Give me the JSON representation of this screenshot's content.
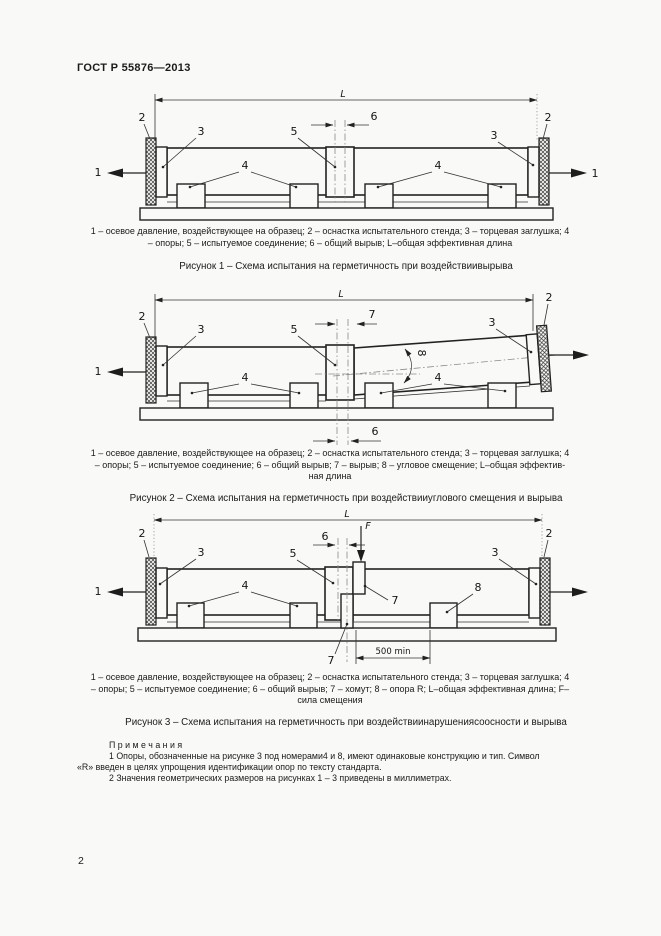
{
  "page": {
    "header": "ГОСТ Р 55876—2013",
    "number": "2"
  },
  "fig1": {
    "labels": {
      "L": "L",
      "n1_left": "1",
      "n1_right": "1",
      "n2_left": "2",
      "n2_right": "2",
      "n3_left": "3",
      "n3_right": "3",
      "n4_left": "4",
      "n4_right": "4",
      "n5": "5",
      "n6": "6"
    },
    "caption": [
      "1 – осевое давление, воздействующее на образец; 2 – оснастка испытательного стенда; 3 – торцевая заглушка; 4",
      "– опоры; 5 – испытуемое соединение; 6 – общий вырыв; L–общая эффективная длина"
    ],
    "title": "Рисунок 1 – Схема испытания на герметичность при воздействиивырыва"
  },
  "fig2": {
    "labels": {
      "L": "L",
      "n1_left": "1",
      "n2_left": "2",
      "n2_right": "2",
      "n3_left": "3",
      "n3_right": "3",
      "n4_left": "4",
      "n4_right": "4",
      "n5": "5",
      "n6": "6",
      "n7": "7",
      "n8": "8"
    },
    "caption": [
      "1 – осевое давление, воздействующее на образец; 2 – оснастка испытательного стенда; 3 – торцевая заглушка; 4",
      "– опоры; 5 – испытуемое соединение; 6 – общий вырыв; 7 – вырыв; 8 – угловое смещение; L–общая эффектив-",
      "ная длина"
    ],
    "title": "Рисунок 2 – Схема испытания на герметичность при воздействииуглового смещения и вырыва"
  },
  "fig3": {
    "labels": {
      "L": "L",
      "n1_left": "1",
      "n2_left": "2",
      "n2_right": "2",
      "n3_left": "3",
      "n3_right": "3",
      "n4": "4",
      "n5": "5",
      "n6": "6",
      "n7_top": "7",
      "n7_bottom": "7",
      "n8": "8",
      "F": "F",
      "dim500": "500 min"
    },
    "caption": [
      "1 – осевое давление, воздействующее на образец; 2 – оснастка испытательного стенда; 3 – торцевая заглушка; 4",
      "– опоры; 5 – испытуемое соединение; 6 – общий вырыв; 7 – хомут; 8 – опора R; L–общая эффективная длина; F–",
      "сила смещения"
    ],
    "title": "Рисунок 3 – Схема испытания на герметичность при воздействиинарушениясоосности и вырыва"
  },
  "notes": {
    "heading": "П р и м е ч а н и я",
    "line1": "1 Опоры, обозначенные на рисунке 3 под номерами4 и 8, имеют одинаковые конструкцию и тип. Символ",
    "line2": "«R» введен в целях упрощения идентификации опор по тексту стандарта.",
    "line3": "2 Значения геометрических размеров на рисунках 1 – 3 приведены в миллиметрах."
  }
}
